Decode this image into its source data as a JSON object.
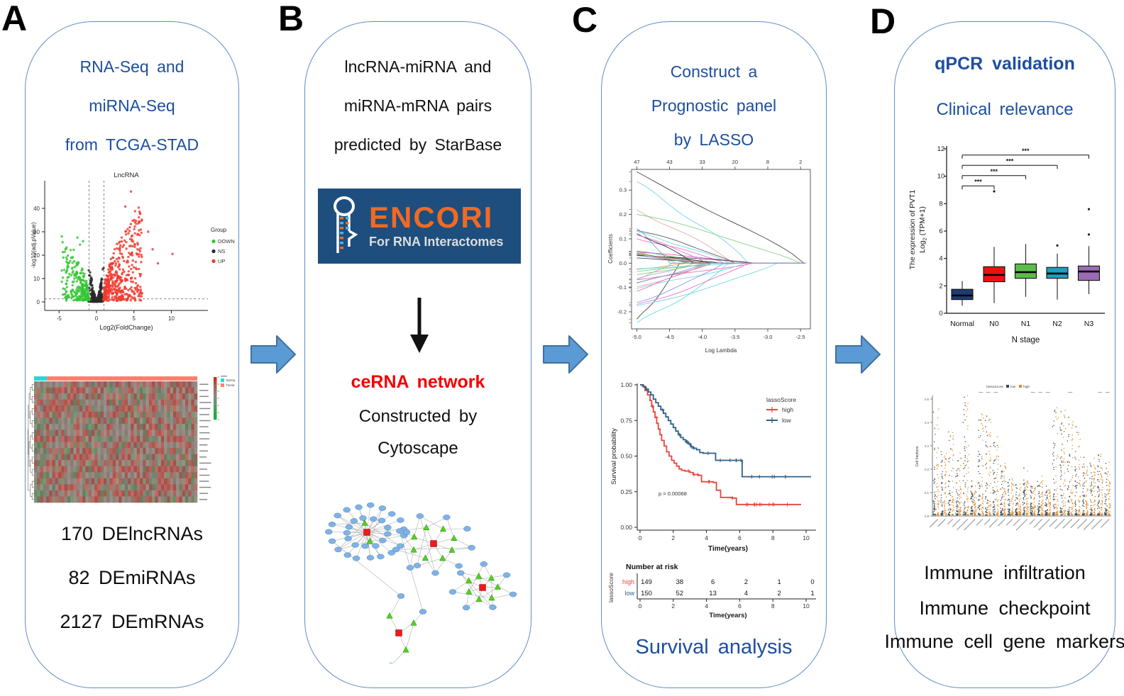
{
  "panels": {
    "a": {
      "letter": "A",
      "title_lines": [
        "RNA-Seq and",
        "miRNA-Seq",
        "from TCGA-STAD"
      ],
      "stats": [
        "170 DElncRNAs",
        "82 DEmiRNAs",
        "2127 DEmRNAs"
      ]
    },
    "b": {
      "letter": "B",
      "title_lines": [
        "lncRNA-miRNA and",
        "miRNA-mRNA pairs",
        "predicted by StarBase"
      ],
      "logo": {
        "name": "ENCORI",
        "tagline": "For RNA Interactomes"
      },
      "result_title": "ceRNA network",
      "result_lines": [
        "Constructed by",
        "Cytoscape"
      ]
    },
    "c": {
      "letter": "C",
      "title_lines": [
        "Construct a",
        "Prognostic panel",
        "by LASSO"
      ],
      "caption": "Survival analysis"
    },
    "d": {
      "letter": "D",
      "heading": "qPCR validation",
      "subheading": "Clinical relevance",
      "captions": [
        "Immune infiltration",
        "Immune checkpoint",
        "Immune cell gene markers"
      ]
    }
  },
  "colors": {
    "panel_border": "#5F8DC7",
    "flow_arrow_fill": "#5B9BD5",
    "flow_arrow_stroke": "#41719C",
    "heading_blue": "#1D4EA1",
    "accent_red": "#FF0000",
    "logo_bg": "#1D4E7E",
    "logo_orange": "#F26A21"
  },
  "chart_data": [
    {
      "id": "volcano",
      "type": "scatter",
      "title": "LncRNA",
      "xlabel": "Log2(FoldChange)",
      "ylabel": "-log10(adj.pValue)",
      "xticks": [
        -5,
        0,
        5,
        10
      ],
      "yticks": [
        0,
        10,
        20,
        30,
        40
      ],
      "xlim": [
        -7,
        11
      ],
      "ylim": [
        0,
        49
      ],
      "thresholds": {
        "vlines": [
          -1,
          1
        ],
        "hline": 1.3
      },
      "legend": {
        "title": "Group",
        "entries": [
          {
            "label": "DOWN",
            "color": "#35C435"
          },
          {
            "label": "NS",
            "color": "#2B2B2B"
          },
          {
            "label": "UP",
            "color": "#EF3A2F"
          }
        ]
      }
    },
    {
      "id": "heatmap",
      "type": "heatmap",
      "rows": 20,
      "cols": 54,
      "top_annotation": {
        "entries": [
          {
            "label": "Normal",
            "color": "#2BD6D6",
            "fraction": 0.08
          },
          {
            "label": "Tumor",
            "color": "#FF7E6E",
            "fraction": 0.92
          }
        ]
      },
      "palette": {
        "up": "#B4625A",
        "mid": "#8D837B",
        "down": "#6F8A66"
      }
    },
    {
      "id": "lasso",
      "type": "line",
      "top_axis_labels": [
        "47",
        "43",
        "33",
        "20",
        "8",
        "2"
      ],
      "top_axis_positions": [
        -5,
        -4.5,
        -4,
        -3.5,
        -3,
        -2.5
      ],
      "xlabel": "Log Lambda",
      "ylabel": "Coefficients",
      "xticks": [
        "-5.0",
        "-4.5",
        "-4.0",
        "-3.5",
        "-3.0",
        "-2.5"
      ],
      "yticks": [
        "-0.2",
        "-0.1",
        "0.0",
        "0.1",
        "0.2",
        "0.3"
      ],
      "xlim": [
        -5.08,
        -2.35
      ],
      "ylim": [
        -0.27,
        0.385
      ],
      "n_series": 37
    },
    {
      "id": "km",
      "type": "line",
      "xlabel": "Time(years)",
      "ylabel": "Survival probability",
      "xticks": [
        0,
        2,
        4,
        6,
        8,
        10
      ],
      "yticks": [
        "0.00",
        "0.25",
        "0.50",
        "0.75",
        "1.00"
      ],
      "p_value": "p = 0.00068",
      "legend": {
        "title": "lassoScore",
        "entries": [
          {
            "label": "high",
            "color": "#E8453C"
          },
          {
            "label": "low",
            "color": "#2D5F8A"
          }
        ]
      },
      "series": [
        {
          "name": "high",
          "color": "#E8453C",
          "points": [
            [
              0,
              1
            ],
            [
              0.15,
              0.99
            ],
            [
              0.3,
              0.96
            ],
            [
              0.45,
              0.93
            ],
            [
              0.6,
              0.89
            ],
            [
              0.7,
              0.85
            ],
            [
              0.8,
              0.81
            ],
            [
              0.9,
              0.77
            ],
            [
              1.0,
              0.73
            ],
            [
              1.1,
              0.69
            ],
            [
              1.2,
              0.65
            ],
            [
              1.3,
              0.61
            ],
            [
              1.45,
              0.57
            ],
            [
              1.6,
              0.53
            ],
            [
              1.75,
              0.5
            ],
            [
              1.9,
              0.47
            ],
            [
              2.05,
              0.45
            ],
            [
              2.2,
              0.43
            ],
            [
              2.35,
              0.41
            ],
            [
              2.5,
              0.4
            ],
            [
              2.7,
              0.395
            ],
            [
              3.0,
              0.385
            ],
            [
              3.2,
              0.37
            ],
            [
              3.5,
              0.365
            ],
            [
              3.7,
              0.32
            ],
            [
              4.4,
              0.315
            ],
            [
              4.6,
              0.26
            ],
            [
              4.85,
              0.21
            ],
            [
              5.55,
              0.205
            ],
            [
              5.8,
              0.16
            ],
            [
              9.7,
              0.16
            ]
          ]
        },
        {
          "name": "low",
          "color": "#2D5F8A",
          "points": [
            [
              0,
              1
            ],
            [
              0.2,
              0.985
            ],
            [
              0.35,
              0.97
            ],
            [
              0.5,
              0.95
            ],
            [
              0.65,
              0.93
            ],
            [
              0.8,
              0.9
            ],
            [
              0.95,
              0.875
            ],
            [
              1.1,
              0.85
            ],
            [
              1.25,
              0.825
            ],
            [
              1.4,
              0.8
            ],
            [
              1.55,
              0.775
            ],
            [
              1.7,
              0.75
            ],
            [
              1.85,
              0.725
            ],
            [
              2.0,
              0.7
            ],
            [
              2.15,
              0.675
            ],
            [
              2.3,
              0.65
            ],
            [
              2.45,
              0.63
            ],
            [
              2.6,
              0.615
            ],
            [
              2.75,
              0.6
            ],
            [
              2.9,
              0.585
            ],
            [
              3.05,
              0.565
            ],
            [
              3.2,
              0.555
            ],
            [
              3.4,
              0.545
            ],
            [
              3.6,
              0.525
            ],
            [
              3.8,
              0.52
            ],
            [
              4.55,
              0.47
            ],
            [
              6.0,
              0.47
            ],
            [
              6.15,
              0.355
            ],
            [
              10.3,
              0.355
            ]
          ]
        }
      ]
    },
    {
      "id": "risk",
      "type": "table",
      "title": "Number at risk",
      "ylabel": "lassoScore",
      "xlabel": "Time(years)",
      "xticks": [
        0,
        2,
        4,
        6,
        8,
        10
      ],
      "rows": [
        {
          "label": "high",
          "color": "#E8453C",
          "values": [
            "149",
            "38",
            "6",
            "2",
            "1",
            "0"
          ]
        },
        {
          "label": "low",
          "color": "#2D5F8A",
          "values": [
            "150",
            "52",
            "13",
            "4",
            "2",
            "1"
          ]
        }
      ]
    },
    {
      "id": "box",
      "type": "box",
      "ylabel_line1": "The expression of PVT1",
      "ylabel_line2_pre": "Log",
      "ylabel_line2_sub": "2",
      "ylabel_line2_post": " (TPM+1)",
      "xlabel": "N stage",
      "yticks": [
        0,
        2,
        4,
        6,
        8,
        10,
        12
      ],
      "categories": [
        "Normal",
        "N0",
        "N1",
        "N2",
        "N3"
      ],
      "colors": [
        "#1F3C73",
        "#EE1111",
        "#5CBB4C",
        "#1F9EBE",
        "#9B6BB3"
      ],
      "boxes": [
        {
          "lo": 0.55,
          "q1": 1.0,
          "med": 1.3,
          "q3": 1.75,
          "hi": 2.35,
          "outliers": []
        },
        {
          "lo": 0.75,
          "q1": 2.3,
          "med": 2.8,
          "q3": 3.4,
          "hi": 4.85,
          "outliers": [
            8.9
          ]
        },
        {
          "lo": 1.2,
          "q1": 2.55,
          "med": 3.0,
          "q3": 3.6,
          "hi": 5.05,
          "outliers": []
        },
        {
          "lo": 1.0,
          "q1": 2.55,
          "med": 2.9,
          "q3": 3.35,
          "hi": 4.35,
          "outliers": [
            4.95
          ]
        },
        {
          "lo": 1.4,
          "q1": 2.4,
          "med": 3.05,
          "q3": 3.45,
          "hi": 4.9,
          "outliers": [
            5.75,
            7.6
          ]
        }
      ],
      "sig": [
        {
          "to": 1,
          "y": 9.3,
          "label": "***"
        },
        {
          "to": 2,
          "y": 10.05,
          "label": "***"
        },
        {
          "to": 3,
          "y": 10.8,
          "label": "***"
        },
        {
          "to": 4,
          "y": 11.55,
          "label": "***"
        }
      ]
    },
    {
      "id": "immune",
      "type": "strip",
      "legend": {
        "title": "lassoScore",
        "entries": [
          {
            "label": "low",
            "color": "#37474F"
          },
          {
            "label": "high",
            "color": "#E8891C"
          }
        ]
      },
      "ylabel": "Cell fractions",
      "yticks": [
        "0.0",
        "0.1",
        "0.2",
        "0.3",
        "0.4",
        "0.5"
      ],
      "n_categories": 24,
      "max_heights": [
        0.93,
        0.55,
        0.72,
        0.5,
        0.97,
        0.25,
        0.88,
        0.82,
        0.62,
        0.42,
        0.32,
        0.28,
        0.38,
        0.26,
        0.3,
        0.22,
        0.95,
        0.9,
        0.8,
        0.72,
        0.5,
        0.45,
        0.55,
        0.4
      ]
    },
    {
      "id": "network",
      "type": "network",
      "node_types": [
        {
          "shape": "square",
          "color": "#EE1B1B"
        },
        {
          "shape": "triangle",
          "color": "#4ED31C"
        },
        {
          "shape": "ellipse",
          "color": "#7FB2E5"
        }
      ]
    }
  ]
}
